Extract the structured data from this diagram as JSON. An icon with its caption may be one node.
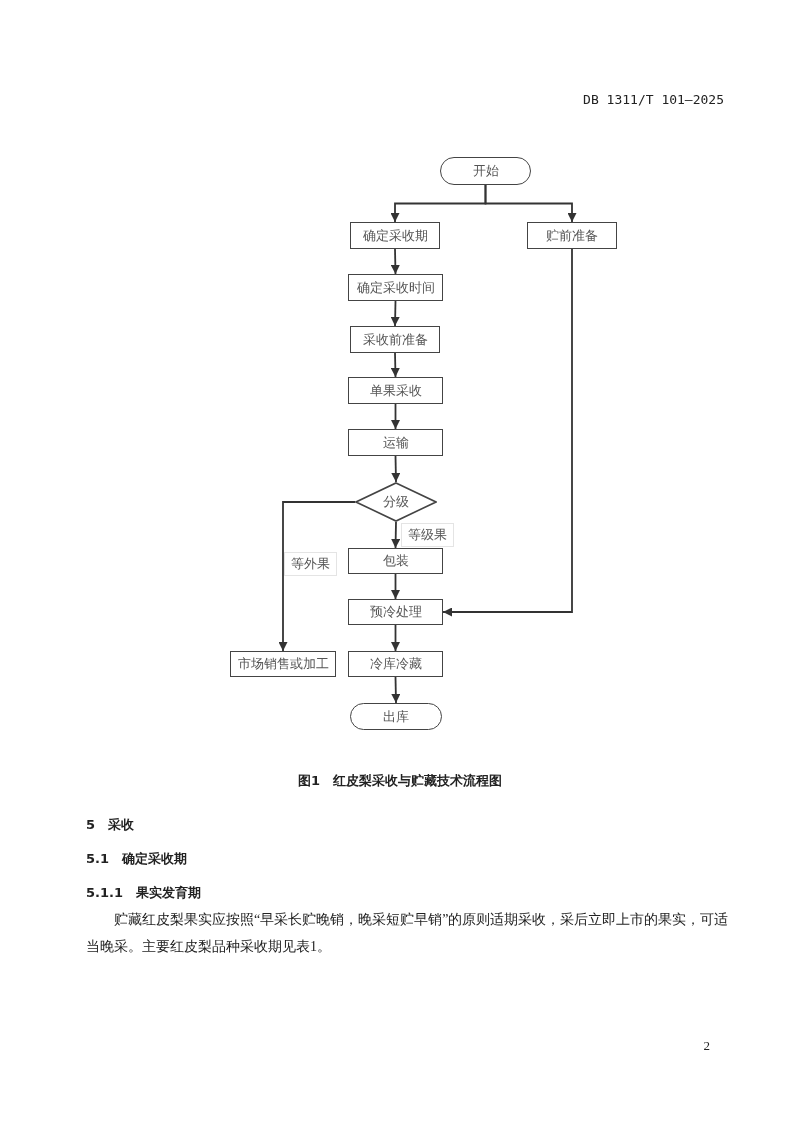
{
  "diagram": {
    "caption": "图1　红皮梨采收与贮藏技术流程图",
    "nodes": [
      {
        "text": [
          "开始"
        ]
      },
      {
        "text": [
          "确定采收期"
        ]
      },
      {
        "text": [
          "贮前准备"
        ]
      },
      {
        "text": [
          "确定采收时间"
        ]
      },
      {
        "text": [
          "采收前准备"
        ]
      },
      {
        "text": [
          "单果采收"
        ]
      },
      {
        "text": [
          "运输"
        ]
      },
      {
        "text": [
          "分级"
        ]
      },
      {
        "text": [
          "包装"
        ]
      },
      {
        "text": [
          "预冷处理"
        ]
      },
      {
        "text": [
          "市场销售或加工"
        ]
      },
      {
        "text": [
          "冷库冷藏"
        ]
      },
      {
        "text": [
          "出库"
        ]
      }
    ],
    "edges": [
      {
        "from": 0,
        "to": 1,
        "arrow": "to"
      },
      {
        "from": 0,
        "to": 2,
        "arrow": "to"
      },
      {
        "from": 1,
        "to": 3,
        "arrow": "to"
      },
      {
        "from": 3,
        "to": 4,
        "arrow": "to"
      },
      {
        "from": 4,
        "to": 5,
        "arrow": "to"
      },
      {
        "from": 5,
        "to": 6,
        "arrow": "to"
      },
      {
        "from": 6,
        "to": 7,
        "arrow": "to"
      },
      {
        "from": 7,
        "to": 8,
        "label": "等级果",
        "arrow": "to"
      },
      {
        "from": 7,
        "to": 10,
        "label": "等外果",
        "arrow": "to"
      },
      {
        "from": 8,
        "to": 9,
        "arrow": "to"
      },
      {
        "from": 2,
        "to": 9,
        "arrow": "to"
      },
      {
        "from": 9,
        "to": 11,
        "arrow": "to"
      },
      {
        "from": 11,
        "to": 12,
        "arrow": "to"
      }
    ],
    "labels": [
      "DB 1311/T 101—2025",
      "5　采收",
      "5.1　确定采收期",
      "5.1.1　果实发育期",
      "贮藏红皮梨果实应按照“早采长贮晚销，晚采短贮早销”的原则适期采收，采后立即上市的果实，可适当晚采。主要红皮梨品种采收期见表1。",
      "2"
    ]
  }
}
